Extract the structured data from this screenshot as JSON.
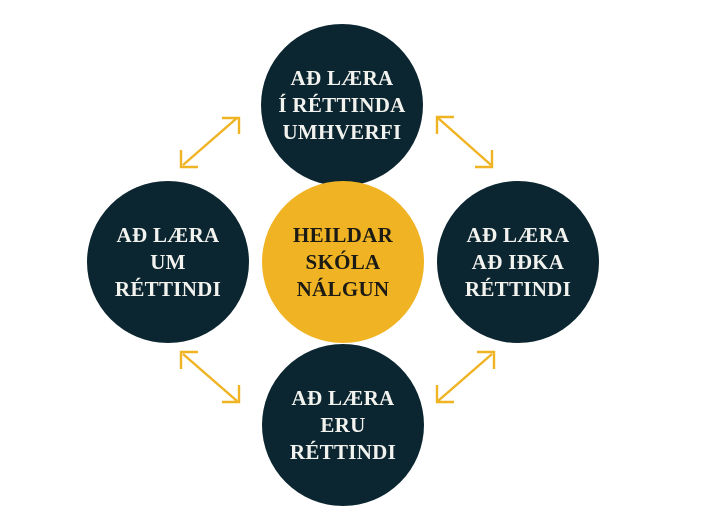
{
  "colors": {
    "dark": "#0b2630",
    "gold": "#f0b323"
  },
  "center": {
    "lines": [
      "HEILDAR",
      "SKÓLA",
      "NÁLGUN"
    ]
  },
  "top": {
    "lines": [
      "AÐ LÆRA",
      "Í RÉTTINDA",
      "UMHVERFI"
    ]
  },
  "left": {
    "lines": [
      "AÐ LÆRA",
      "UM",
      "RÉTTINDI"
    ]
  },
  "right": {
    "lines": [
      "AÐ LÆRA",
      "AÐ IÐKA",
      "RÉTTINDI"
    ]
  },
  "bottom": {
    "lines": [
      "AÐ LÆRA",
      "ERU",
      "RÉTTINDI"
    ]
  }
}
